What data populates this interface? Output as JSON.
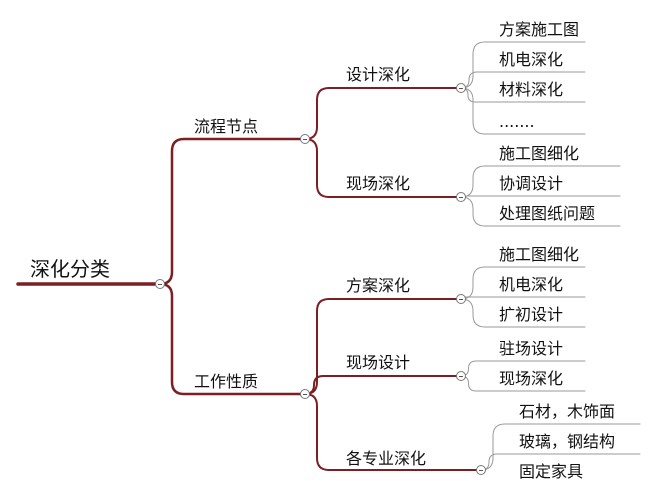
{
  "root": {
    "label": "深化分类"
  },
  "branches": [
    {
      "label": "流程节点",
      "children": [
        {
          "label": "设计深化",
          "children": [
            "方案施工图",
            "机电深化",
            "材料深化",
            "......."
          ]
        },
        {
          "label": "现场深化",
          "children": [
            "施工图细化",
            "协调设计",
            "处理图纸问题"
          ]
        }
      ]
    },
    {
      "label": "工作性质",
      "children": [
        {
          "label": "方案深化",
          "children": [
            "施工图细化",
            "机电深化",
            "扩初设计"
          ]
        },
        {
          "label": "现场设计",
          "children": [
            "驻场设计",
            "现场深化"
          ]
        },
        {
          "label": "各专业深化",
          "children": [
            "石材，木饰面",
            "玻璃，钢结构",
            "固定家具"
          ]
        }
      ]
    }
  ],
  "colors": {
    "branch": "#7b1f24",
    "leaf_line": "#9a9a9a",
    "text": "#111111"
  }
}
